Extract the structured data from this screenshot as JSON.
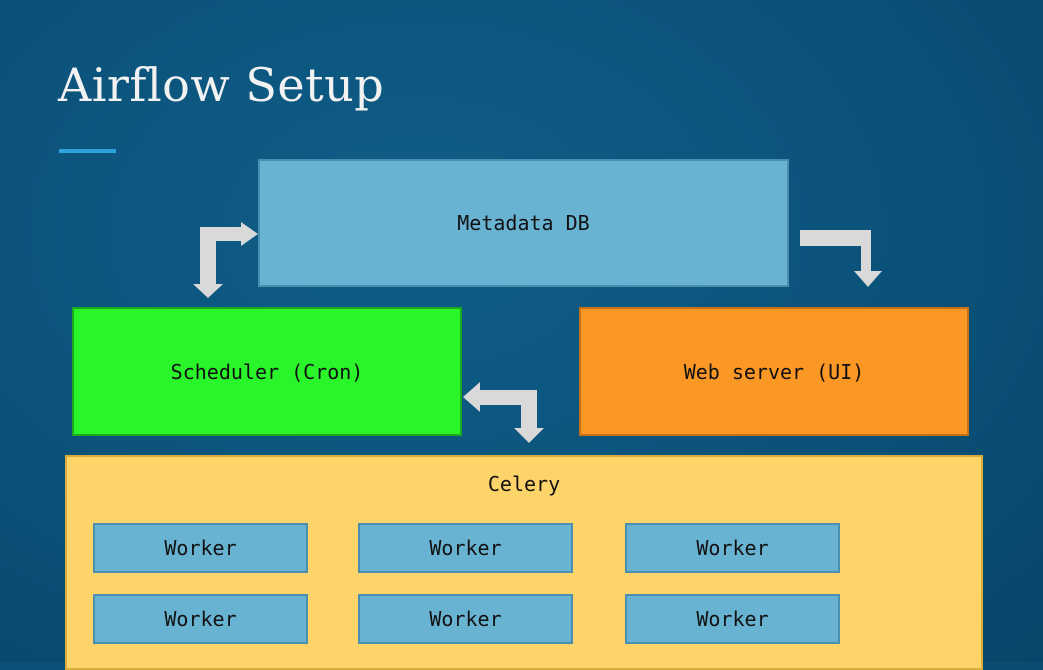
{
  "slide": {
    "title": "Airflow Setup"
  },
  "diagram": {
    "metadata_db": "Metadata DB",
    "scheduler": "Scheduler (Cron)",
    "web_server": "Web server (UI)",
    "celery": "Celery",
    "workers": [
      "Worker",
      "Worker",
      "Worker",
      "Worker",
      "Worker",
      "Worker"
    ]
  },
  "colors": {
    "background": "#0b527a",
    "accent_underline": "#2fa1db",
    "metadata_db": "#69b3d2",
    "scheduler": "#2af52a",
    "web_server": "#fb9725",
    "celery": "#fdd469",
    "worker": "#69b3d2",
    "arrow": "#d9d9d9"
  }
}
